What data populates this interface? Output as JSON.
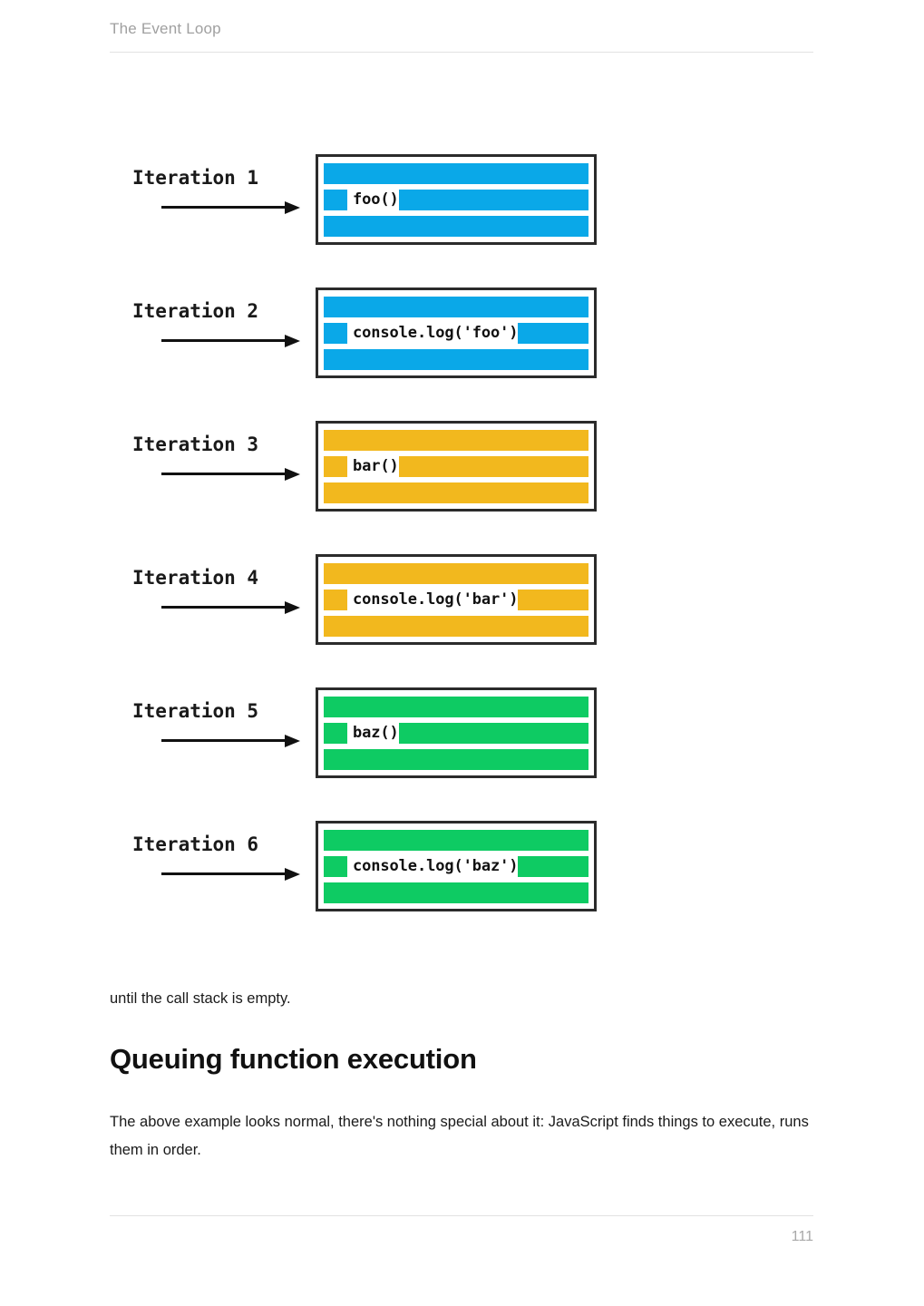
{
  "header": {
    "title": "The Event Loop"
  },
  "footer": {
    "page_number": "111"
  },
  "figure": {
    "name": "call-stack-iterations-diagram",
    "colors": {
      "blue": "#0AA8E8",
      "orange": "#F2B81E",
      "green": "#0ECB63",
      "box_border": "#2B2B2B",
      "box_background": "#FFFFFF"
    },
    "iterations": [
      {
        "label": "Iteration 1",
        "call": "foo()",
        "color": "#0AA8E8"
      },
      {
        "label": "Iteration 2",
        "call": "console.log('foo')",
        "color": "#0AA8E8"
      },
      {
        "label": "Iteration 3",
        "call": "bar()",
        "color": "#F2B81E"
      },
      {
        "label": "Iteration 4",
        "call": "console.log('bar')",
        "color": "#F2B81E"
      },
      {
        "label": "Iteration 5",
        "call": "baz()",
        "color": "#0ECB63"
      },
      {
        "label": "Iteration 6",
        "call": "console.log('baz')",
        "color": "#0ECB63"
      }
    ]
  },
  "content": {
    "caption_after_figure": "until the call stack is empty.",
    "section_heading": "Queuing function execution",
    "paragraph": "The above example looks normal, there's nothing special about it: JavaScript finds things to execute, runs them in order."
  }
}
